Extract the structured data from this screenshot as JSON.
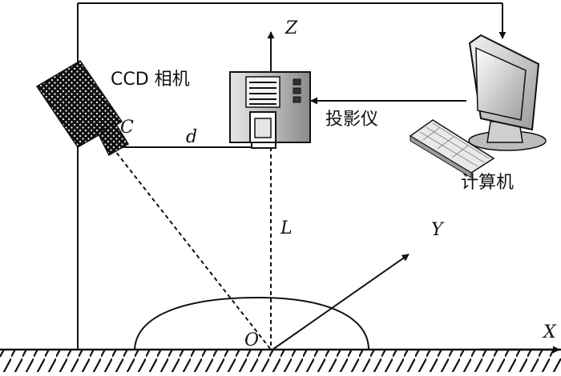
{
  "labels": {
    "camera": "CCD 相机",
    "projector": "投影仪",
    "computer": "计算机",
    "camera_point": "C",
    "distance": "d",
    "height": "L",
    "origin": "O",
    "axis_x": "X",
    "axis_y": "Y",
    "axis_z": "Z"
  },
  "icons": {
    "camera": "ccd-camera-icon",
    "projector": "projector-icon",
    "computer": "computer-monitor-icon",
    "keyboard": "keyboard-icon"
  }
}
